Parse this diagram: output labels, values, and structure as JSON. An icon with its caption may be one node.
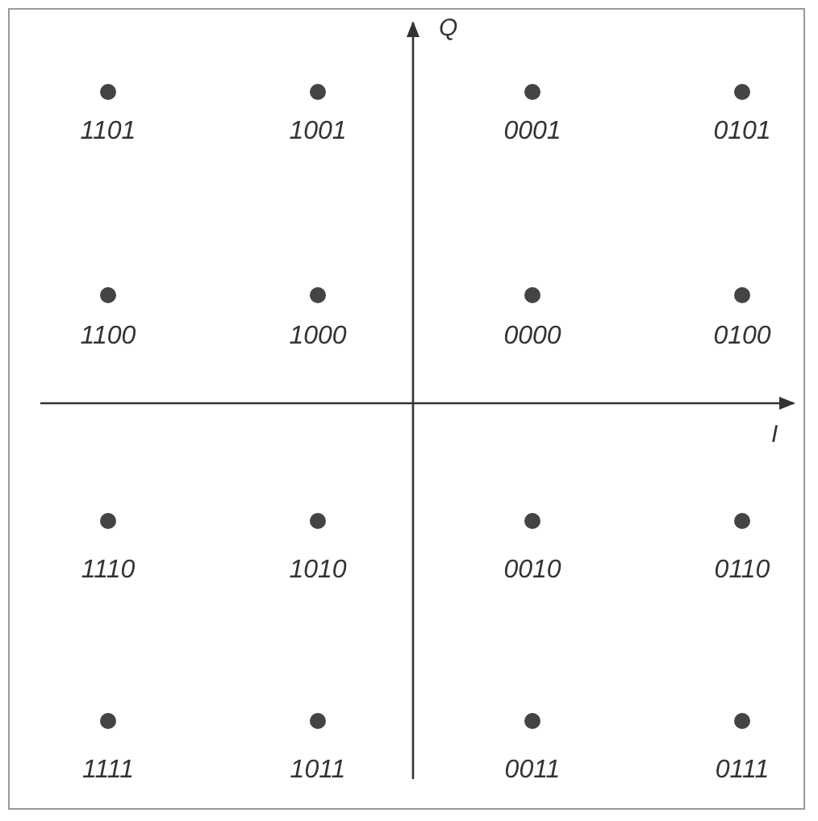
{
  "diagram": {
    "labels": [
      "Q",
      "1101",
      "1001",
      "0001",
      "0101",
      "1100",
      "1000",
      "0000",
      "0100",
      "I",
      "1110",
      "1010",
      "0010",
      "0110",
      "1111",
      "1011",
      "0011",
      "0111"
    ]
  }
}
